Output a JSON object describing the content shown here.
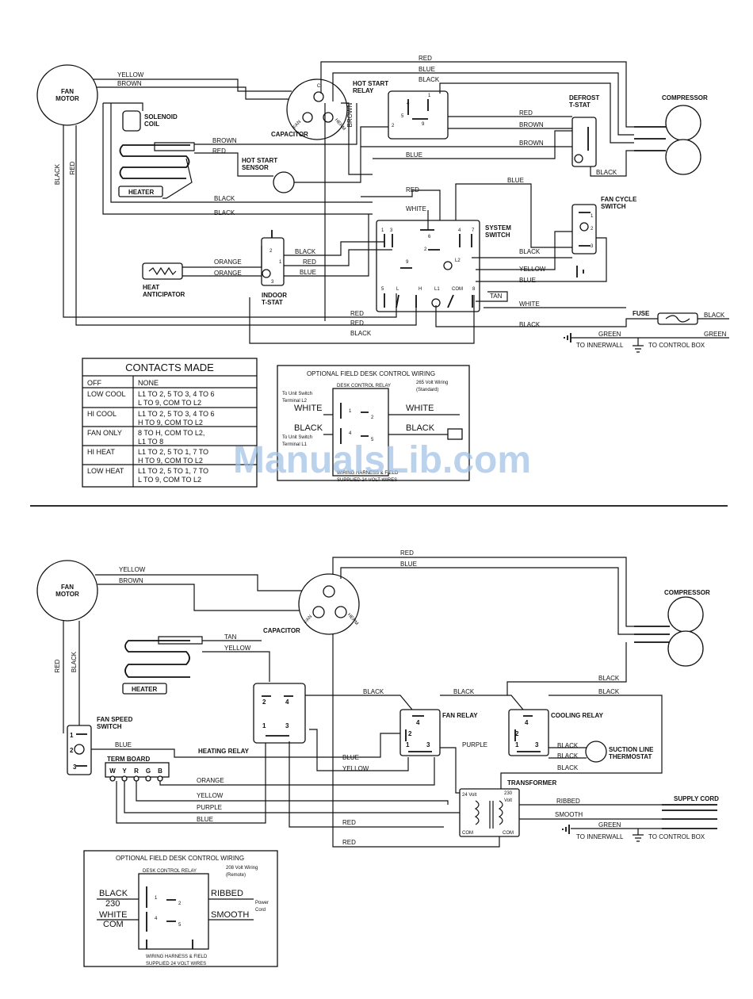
{
  "top": {
    "components": {
      "fan_motor": "FAN\nMOTOR",
      "solenoid_coil": "SOLENOID\nCOIL",
      "capacitor": "CAPACITOR",
      "hot_start_relay": "HOT START\nRELAY",
      "hot_start_sensor": "HOT START\nSENSOR",
      "heater": "HEATER",
      "defrost_tstat": "DEFROST\nT-STAT",
      "compressor": "COMPRESSOR",
      "fan_cycle_switch": "FAN CYCLE\nSWITCH",
      "system_switch": "SYSTEM\nSWITCH",
      "indoor_tstat": "INDOOR\nT-STAT",
      "heat_anticipator": "HEAT\nANTICIPATOR",
      "fuse": "FUSE",
      "to_innerwall": "TO INNERWALL",
      "to_control_box": "TO CONTROL BOX",
      "cap_herm": "HERM",
      "cap_fan": "FAN",
      "cap_c": "C"
    },
    "wire_labels": {
      "yellow": "YELLOW",
      "brown": "BROWN",
      "red": "RED",
      "blue": "BLUE",
      "black": "BLACK",
      "white": "WHITE",
      "orange": "ORANGE",
      "tan": "TAN",
      "green": "GREEN"
    },
    "terminals": {
      "sys": [
        "1",
        "3",
        "6",
        "4",
        "7",
        "2",
        "9",
        "L2",
        "5",
        "L",
        "H",
        "L1",
        "COM",
        "8"
      ],
      "relay": [
        "1",
        "4",
        "2",
        "5",
        "3",
        "9"
      ],
      "tstat": [
        "2",
        "1",
        "3"
      ],
      "fancycle": [
        "1",
        "2",
        "3"
      ]
    },
    "contacts_table": {
      "title": "CONTACTS MADE",
      "rows": [
        [
          "OFF",
          "NONE",
          ""
        ],
        [
          "LOW COOL",
          "L1 TO 2, 5 TO 3, 4 TO 6",
          "L TO 9, COM TO L2"
        ],
        [
          "HI COOL",
          "L1 TO 2, 5 TO 3, 4 TO 6",
          "H TO 9, COM TO L2"
        ],
        [
          "FAN ONLY",
          "8 TO H, COM TO L2,",
          "L1 TO 8"
        ],
        [
          "HI HEAT",
          "L1 TO 2, 5 TO 1, 7 TO",
          "H TO 9, COM TO L2"
        ],
        [
          "LOW HEAT",
          "L1 TO 2, 5 TO 1, 7 TO",
          "L TO 9, COM TO L2"
        ]
      ]
    },
    "optional_box": {
      "title": "OPTIONAL FIELD DESK CONTROL WIRING",
      "relay": "DESK CONTROL RELAY",
      "volt_note": "265 Volt Wiring\n(Standard)",
      "to_l2": "To Unit Switch\nTerminal L2",
      "to_l1": "To Unit Switch\nTerminal L1",
      "white": "WHITE",
      "black": "BLACK",
      "harness": "WIRING HARNESS & FIELD\nSUPPLIED 24 VOLT WIRES",
      "terms": [
        "1",
        "2",
        "4",
        "5"
      ]
    }
  },
  "bottom": {
    "components": {
      "fan_motor": "FAN\nMOTOR",
      "capacitor": "CAPACITOR",
      "compressor": "COMPRESSOR",
      "heater": "HEATER",
      "fan_speed_switch": "FAN SPEED\nSWITCH",
      "heating_relay": "HEATING RELAY",
      "fan_relay": "FAN RELAY",
      "cooling_relay": "COOLING RELAY",
      "suction_line_thermostat": "SUCTION LINE\nTHERMOSTAT",
      "term_board": "TERM BOARD",
      "term_letters": [
        "W",
        "Y",
        "R",
        "G",
        "B"
      ],
      "transformer": "TRANSFORMER",
      "supply_cord": "SUPPLY CORD",
      "to_innerwall": "TO INNERWALL",
      "to_control_box": "TO CONTROL BOX",
      "v24": "24 Volt",
      "v230": "230\nVolt",
      "com": "COM"
    },
    "wire_labels": {
      "red": "RED",
      "blue": "BLUE",
      "yellow": "YELLOW",
      "brown": "BROWN",
      "tan": "TAN",
      "black": "BLACK",
      "purple": "PURPLE",
      "orange": "ORANGE",
      "ribbed": "RIBBED",
      "smooth": "SMOOTH",
      "green": "GREEN"
    },
    "terminals": {
      "relay_top": [
        "2",
        "4"
      ],
      "relay_bottom": [
        "1",
        "3"
      ],
      "switch": [
        "1",
        "2",
        "3"
      ]
    },
    "optional_box": {
      "title": "OPTIONAL FIELD DESK CONTROL WIRING",
      "relay": "DESK CONTROL RELAY",
      "volt_note": "208 Volt Wiring\n(Remote)",
      "black": "BLACK",
      "v230": "230",
      "white": "WHITE",
      "com": "COM",
      "ribbed": "RIBBED",
      "smooth": "SMOOTH",
      "power_cord": "Power\nCord",
      "harness": "WIRING HARNESS & FIELD\nSUPPLIED 24 VOLT WIRES",
      "terms": [
        "1",
        "2",
        "4",
        "5"
      ]
    }
  },
  "watermark": "ManualsLib.com"
}
